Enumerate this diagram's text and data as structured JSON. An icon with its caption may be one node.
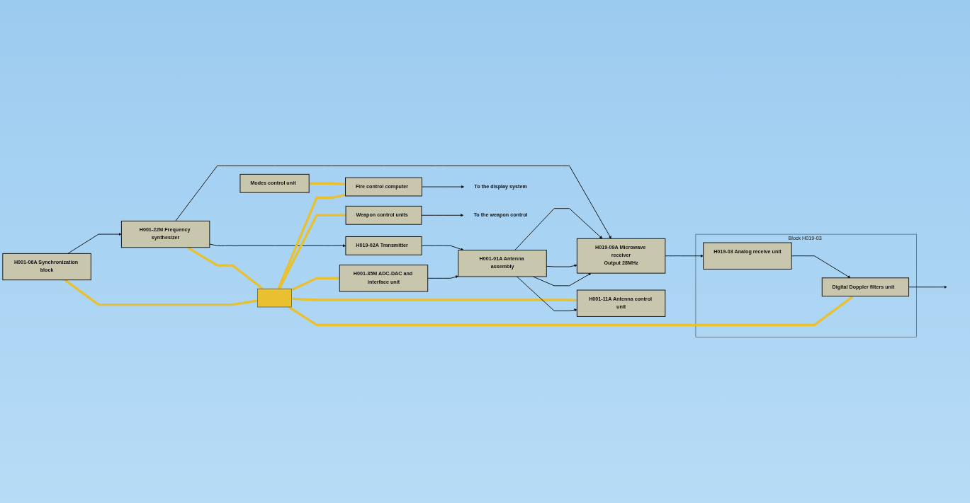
{
  "diagram": {
    "nodes": [
      {
        "text": [
          "H001-01A Antenna assembly"
        ]
      },
      {
        "text": [
          "H019-02A Transmitter"
        ]
      },
      {
        "text": [
          "H001-22M Frequency synthesizer"
        ]
      },
      {
        "text": [
          "H001-06A Synchronization block"
        ]
      },
      {
        "text": [
          "Modes control unit"
        ]
      },
      {
        "text": [
          "H019-09A Microwave receiver",
          "Output 28MHz"
        ]
      },
      {
        "text": [
          "Block H019-03"
        ]
      },
      {
        "text": [
          "H019-03 Analog receive unit"
        ],
        "in": 6
      },
      {
        "text": [
          "Digital Doppler filters unit"
        ],
        "in": 6
      },
      {
        "text": [],
        "shape": "bar"
      },
      {
        "text": [
          "Fire control computer"
        ]
      },
      {
        "text": [
          "To the display system"
        ]
      },
      {
        "text": [
          "H001-35M ADC-DAC and interface unit"
        ]
      },
      {
        "text": [
          "H001-11A Antenna control unit"
        ]
      },
      {
        "text": [
          "Weapon control units"
        ]
      },
      {
        "text": [
          "To the weapon control"
        ]
      }
    ],
    "edges": [
      {
        "from": 1,
        "to": 0,
        "arrow": "to"
      },
      {
        "from": 2,
        "to": 1,
        "arrow": "to"
      },
      {
        "from": 2,
        "to": 5,
        "arrow": "to"
      },
      {
        "from": 3,
        "to": 2,
        "arrow": "to"
      },
      {
        "from": 0,
        "to": 5,
        "arrow": "to"
      },
      {
        "from": 0,
        "to": 5,
        "arrow": "to"
      },
      {
        "from": 0,
        "to": 5,
        "arrow": "to"
      },
      {
        "from": 5,
        "to": 7,
        "arrow": "to"
      },
      {
        "from": 7,
        "to": 8,
        "arrow": "to"
      },
      {
        "from": 8,
        "to": null,
        "arrow": "to"
      },
      {
        "from": 2,
        "to": 9,
        "arrow": "both",
        "style": "thick",
        "color": "#e8c030"
      },
      {
        "from": 3,
        "to": 9,
        "arrow": "both",
        "style": "thick",
        "color": "#e8c030"
      },
      {
        "from": 4,
        "to": 10,
        "arrow": "both",
        "style": "thick",
        "color": "#e8c030"
      },
      {
        "from": 9,
        "to": 8,
        "arrow": "to",
        "style": "thick",
        "color": "#e8c030"
      },
      {
        "from": 9,
        "to": 10,
        "arrow": "to",
        "style": "thick",
        "color": "#e8c030"
      },
      {
        "from": 9,
        "to": 12,
        "arrow": "both",
        "style": "thick",
        "color": "#e8c030"
      },
      {
        "from": 9,
        "to": 13,
        "arrow": "both",
        "style": "thick",
        "color": "#e8c030"
      },
      {
        "from": 9,
        "to": 14,
        "arrow": "both",
        "style": "thick",
        "color": "#e8c030"
      },
      {
        "from": 10,
        "to": 11,
        "arrow": "to"
      },
      {
        "from": 0,
        "to": 13,
        "arrow": "to"
      },
      {
        "from": 12,
        "to": 0,
        "arrow": "to"
      },
      {
        "from": 14,
        "to": 15,
        "arrow": "to"
      }
    ]
  }
}
